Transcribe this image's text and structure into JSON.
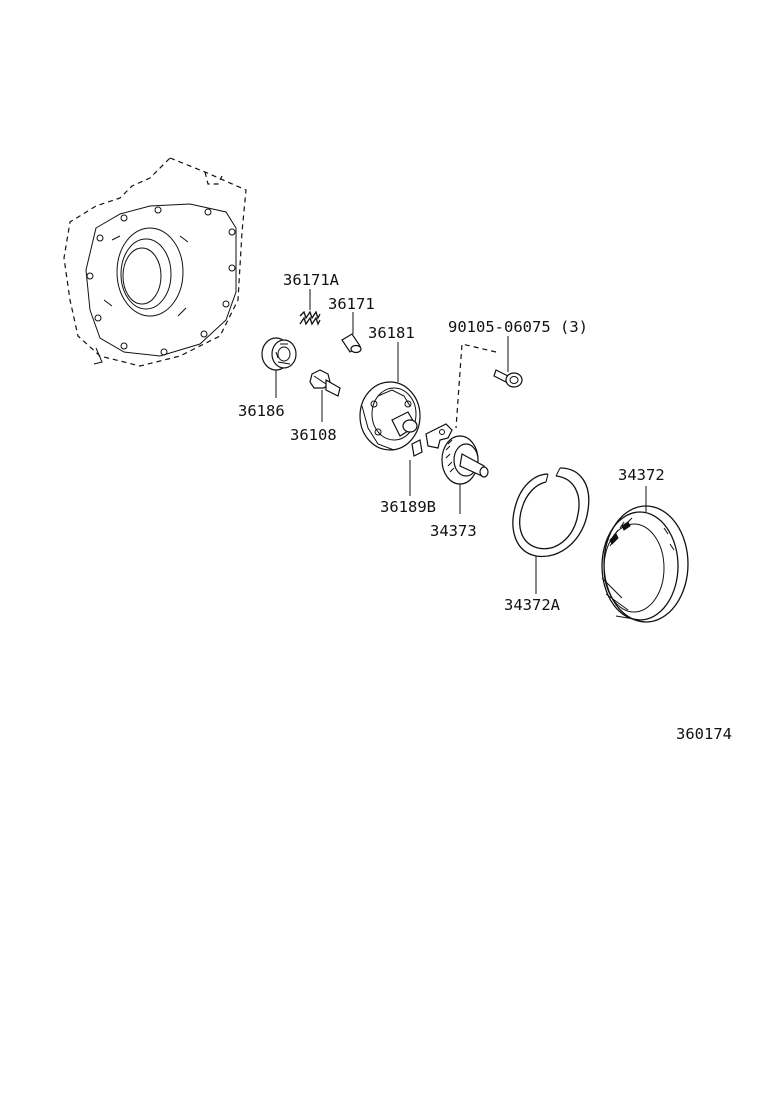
{
  "labels": {
    "p36171A": "36171A",
    "p36171": "36171",
    "p36181": "36181",
    "p90105": "90105-06075 (3)",
    "p36186": "36186",
    "p36108": "36108",
    "p36189B": "36189B",
    "p34373": "34373",
    "p34372": "34372",
    "p34372A": "34372A",
    "figure_code": "360174"
  }
}
